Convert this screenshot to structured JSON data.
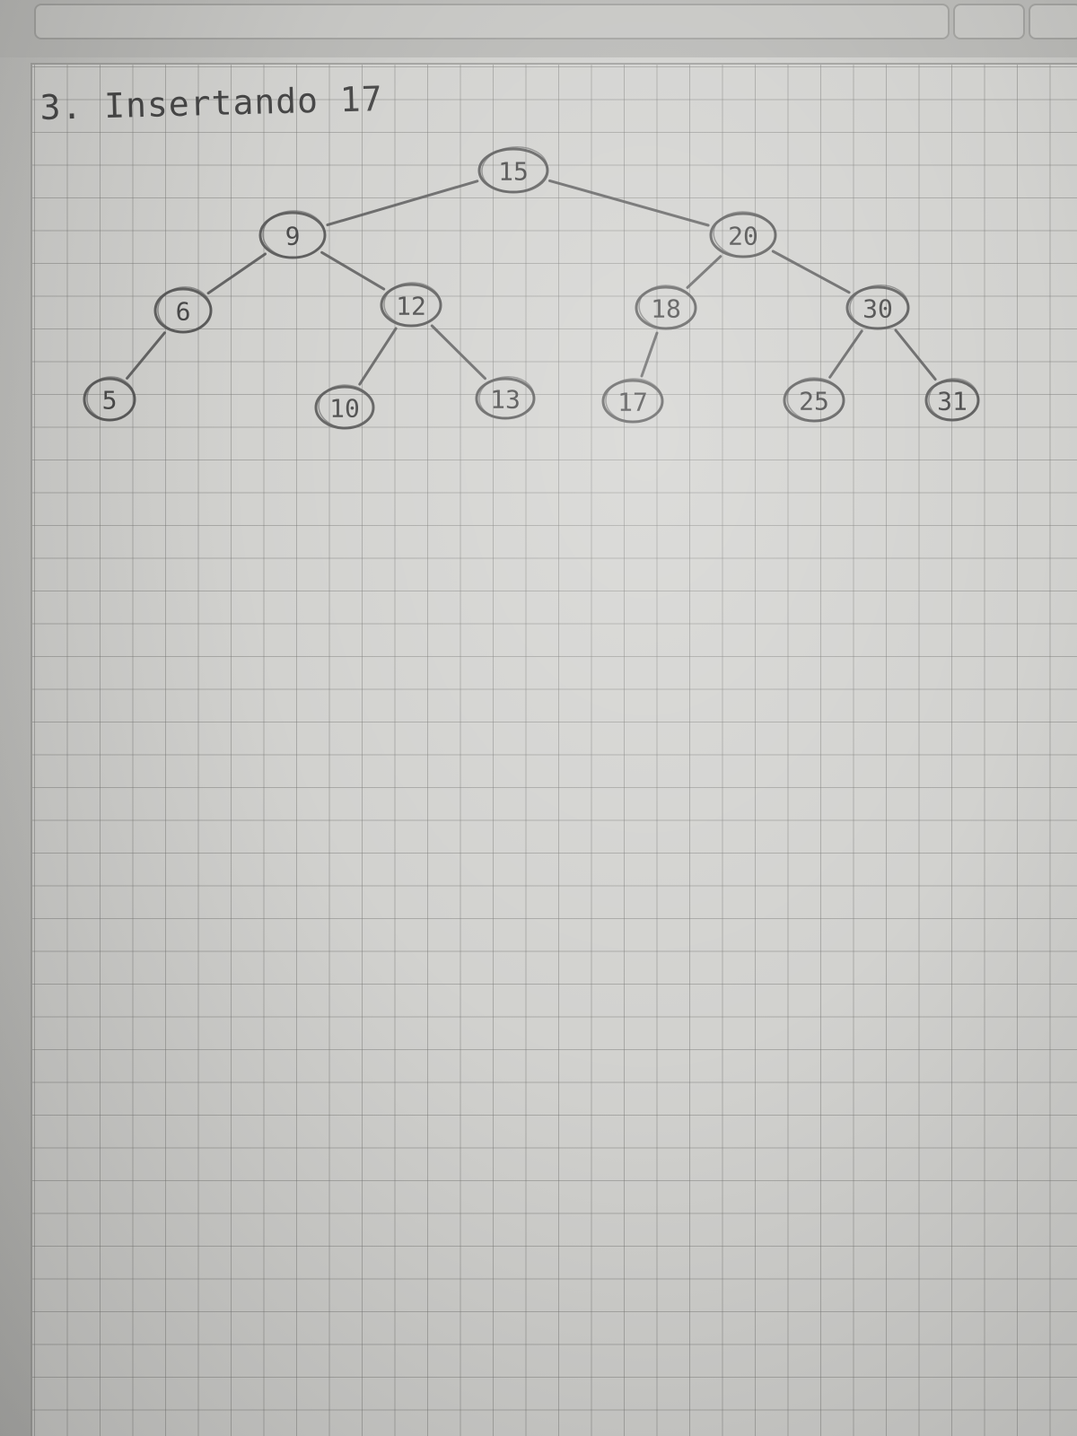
{
  "heading": "3. Insertando 17",
  "tree": {
    "nodes": [
      {
        "id": "n15",
        "label": "15"
      },
      {
        "id": "n9",
        "label": "9"
      },
      {
        "id": "n20",
        "label": "20"
      },
      {
        "id": "n6",
        "label": "6"
      },
      {
        "id": "n12",
        "label": "12"
      },
      {
        "id": "n18",
        "label": "18"
      },
      {
        "id": "n30",
        "label": "30"
      },
      {
        "id": "n5",
        "label": "5"
      },
      {
        "id": "n10",
        "label": "10"
      },
      {
        "id": "n13",
        "label": "13"
      },
      {
        "id": "n17",
        "label": "17"
      },
      {
        "id": "n25",
        "label": "25"
      },
      {
        "id": "n31",
        "label": "31"
      }
    ],
    "edges": [
      [
        "n15",
        "n9"
      ],
      [
        "n15",
        "n20"
      ],
      [
        "n9",
        "n6"
      ],
      [
        "n9",
        "n12"
      ],
      [
        "n6",
        "n5"
      ],
      [
        "n12",
        "n10"
      ],
      [
        "n12",
        "n13"
      ],
      [
        "n20",
        "n18"
      ],
      [
        "n20",
        "n30"
      ],
      [
        "n18",
        "n17"
      ],
      [
        "n30",
        "n25"
      ],
      [
        "n30",
        "n31"
      ]
    ]
  },
  "colors": {
    "ink": "#4a4a4a",
    "paper": "#cfcfcc"
  }
}
